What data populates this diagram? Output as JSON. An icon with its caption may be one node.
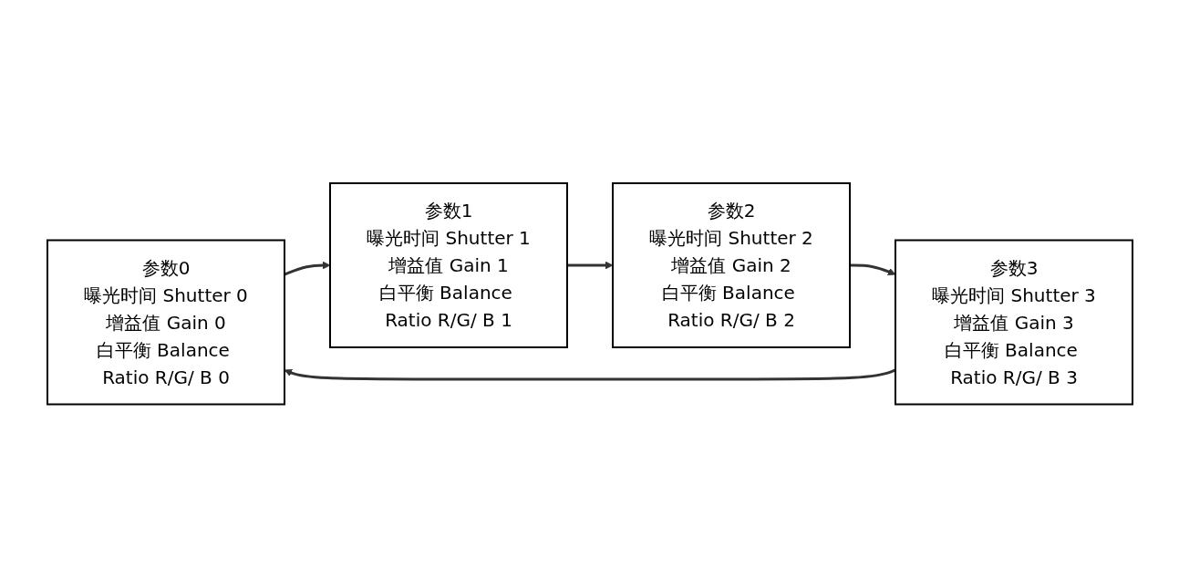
{
  "diagram": {
    "nodes": [
      {
        "text": [
          "参数0",
          "曝光时间 Shutter 0",
          "增益值 Gain 0",
          "白平衡 Balance Ratio R/G/ B 0"
        ]
      },
      {
        "text": [
          "参数1",
          "曝光时间 Shutter 1",
          "增益值 Gain 1",
          "白平衡 Balance Ratio R/G/ B 1"
        ]
      },
      {
        "text": [
          "参数2",
          "曝光时间 Shutter 2",
          "增益值 Gain 2",
          "白平衡 Balance Ratio R/G/ B 2"
        ]
      },
      {
        "text": [
          "参数3",
          "曝光时间 Shutter 3",
          "增益值 Gain 3",
          "白平衡 Balance Ratio R/G/ B 3"
        ]
      }
    ],
    "edges": [
      {
        "from": 0,
        "to": 1,
        "arrow": "to"
      },
      {
        "from": 1,
        "to": 2,
        "arrow": "to"
      },
      {
        "from": 2,
        "to": 3,
        "arrow": "to"
      },
      {
        "from": 3,
        "to": 0,
        "arrow": "to"
      }
    ]
  }
}
